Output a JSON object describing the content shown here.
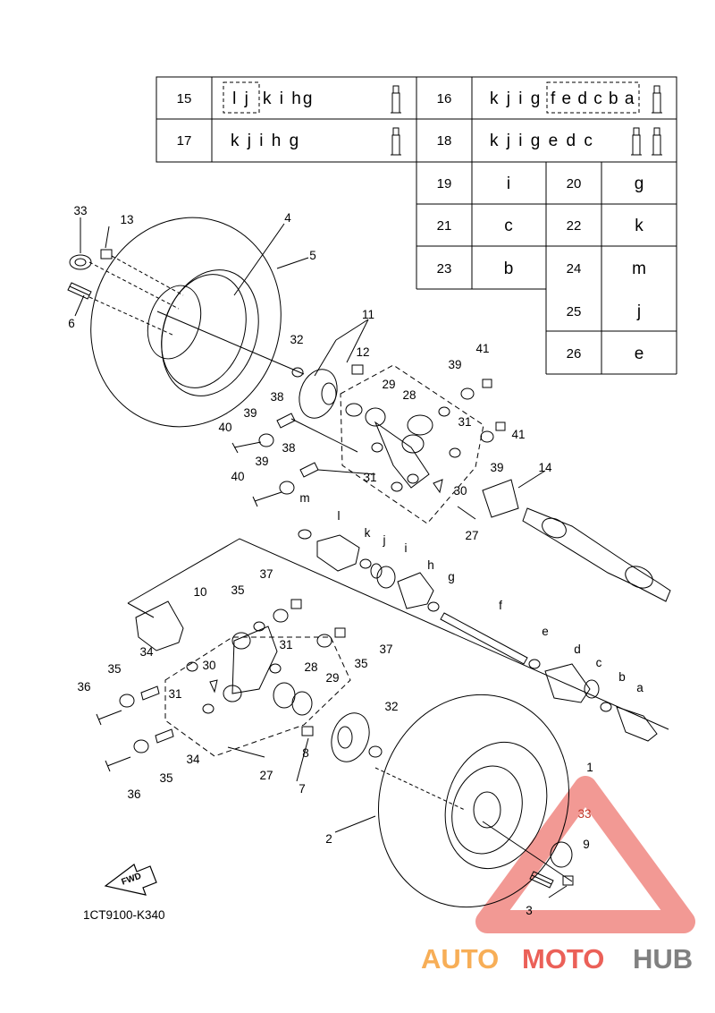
{
  "table_rows": [
    {
      "ref": "15",
      "contents": "k i hg",
      "boxed": "l j",
      "tubes": 1
    },
    {
      "ref": "16",
      "contents": "k j i g",
      "boxed": "f e d c b a",
      "tubes": 1
    },
    {
      "ref": "17",
      "contents": "k j i h g",
      "boxed": "",
      "tubes": 1
    },
    {
      "ref": "18",
      "contents": "k j i g e d c",
      "boxed": "",
      "tubes": 2
    }
  ],
  "code_pairs": [
    {
      "ref": "19",
      "code": "i"
    },
    {
      "ref": "20",
      "code": "g"
    },
    {
      "ref": "21",
      "code": "c"
    },
    {
      "ref": "22",
      "code": "k"
    },
    {
      "ref": "23",
      "code": "b"
    },
    {
      "ref": "24",
      "code": "m"
    },
    {
      "ref": "25",
      "code": "j"
    },
    {
      "ref": "26",
      "code": "e"
    }
  ],
  "callouts": {
    "c1": "1",
    "c2": "2",
    "c3": "3",
    "c4": "4",
    "c5": "5",
    "c6": "6",
    "c7": "7",
    "c8": "8",
    "c9": "9",
    "c10": "10",
    "c11": "11",
    "c12": "12",
    "c13": "13",
    "c14": "14",
    "c27a": "27",
    "c27b": "27",
    "c28a": "28",
    "c28b": "28",
    "c29a": "29",
    "c29b": "29",
    "c30a": "30",
    "c30b": "30",
    "c31a": "31",
    "c31b": "31",
    "c31c": "31",
    "c31d": "31",
    "c32a": "32",
    "c32b": "32",
    "c33a": "33",
    "c33b": "33",
    "c34a": "34",
    "c34b": "34",
    "c35a": "35",
    "c35b": "35",
    "c35c": "35",
    "c35d": "35",
    "c36a": "36",
    "c36b": "36",
    "c37a": "37",
    "c37b": "37",
    "c38a": "38",
    "c38b": "38",
    "c39a": "39",
    "c39b": "39",
    "c39c": "39",
    "c39d": "39",
    "c40a": "40",
    "c40b": "40",
    "c41a": "41",
    "c41b": "41",
    "la": "a",
    "lb": "b",
    "lc": "c",
    "ld": "d",
    "le": "e",
    "lf": "f",
    "lg": "g",
    "lh": "h",
    "li": "i",
    "lj": "j",
    "lk": "k",
    "ll": "l",
    "lm": "m"
  },
  "fwd_label": "FWD",
  "diagram_code": "1CT9100-K340",
  "watermark": {
    "part1": "AUTO",
    "part2": "MOTO",
    "part3": "HUB"
  },
  "colors": {
    "line": "#000000",
    "watermark_orange": "#f6a13a",
    "watermark_red": "#e8453c",
    "watermark_gray": "#6b6b6b"
  }
}
